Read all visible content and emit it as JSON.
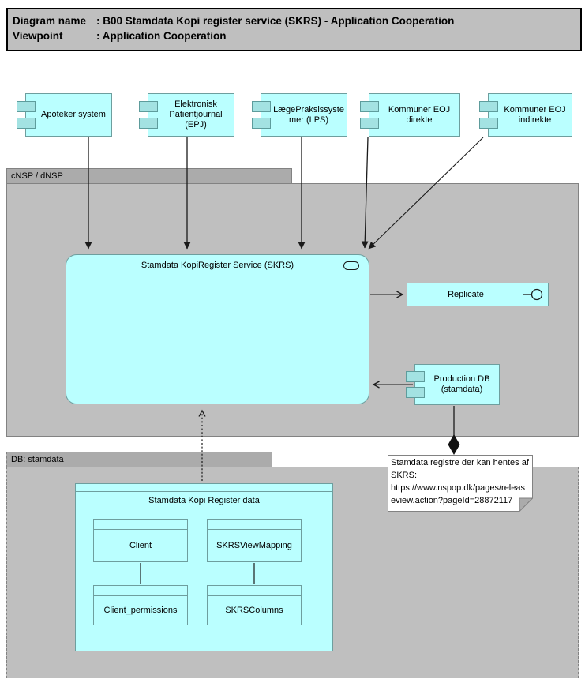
{
  "title": {
    "row1_label": "Diagram name",
    "row1_value": ": B00 Stamdata Kopi register service (SKRS) - Application Cooperation",
    "row2_label": "Viewpoint",
    "row2_value": ": Application Cooperation"
  },
  "groups": {
    "cnsp": {
      "label": "cNSP / dNSP"
    },
    "db": {
      "label": "DB: stamdata"
    }
  },
  "components": [
    {
      "label": "Apoteker system"
    },
    {
      "label": "Elektronisk Patientjournal (EPJ)"
    },
    {
      "label": "LægePraksissystemer (LPS)"
    },
    {
      "label": "Kommuner EOJ direkte"
    },
    {
      "label": "Kommuner EOJ indirekte"
    }
  ],
  "service": {
    "label": "Stamdata KopiRegister Service (SKRS)"
  },
  "replicate": {
    "label": "Replicate"
  },
  "production_db": {
    "label": "Production DB (stamdata)"
  },
  "data_group": {
    "title": "Stamdata Kopi Register data",
    "tables": [
      {
        "name": "Client"
      },
      {
        "name": "SKRSViewMapping"
      },
      {
        "name": "Client_permissions"
      },
      {
        "name": "SKRSColumns"
      }
    ]
  },
  "note": {
    "text": "Stamdata registre der kan hentes af SKRS: https://www.nspop.dk/pages/releaseview.action?pageId=28872117"
  },
  "colors": {
    "element_fill": "#BAFFFF",
    "element_border": "#6E9E9E",
    "prong_fill": "#A3E2E2",
    "group_fill": "#BFBFBF",
    "group_tab_fill": "#ABABAB",
    "group_border": "#828282",
    "title_fill": "#BFBFBF",
    "note_fill": "#FFFFFF",
    "line": "#1A1A1A"
  }
}
